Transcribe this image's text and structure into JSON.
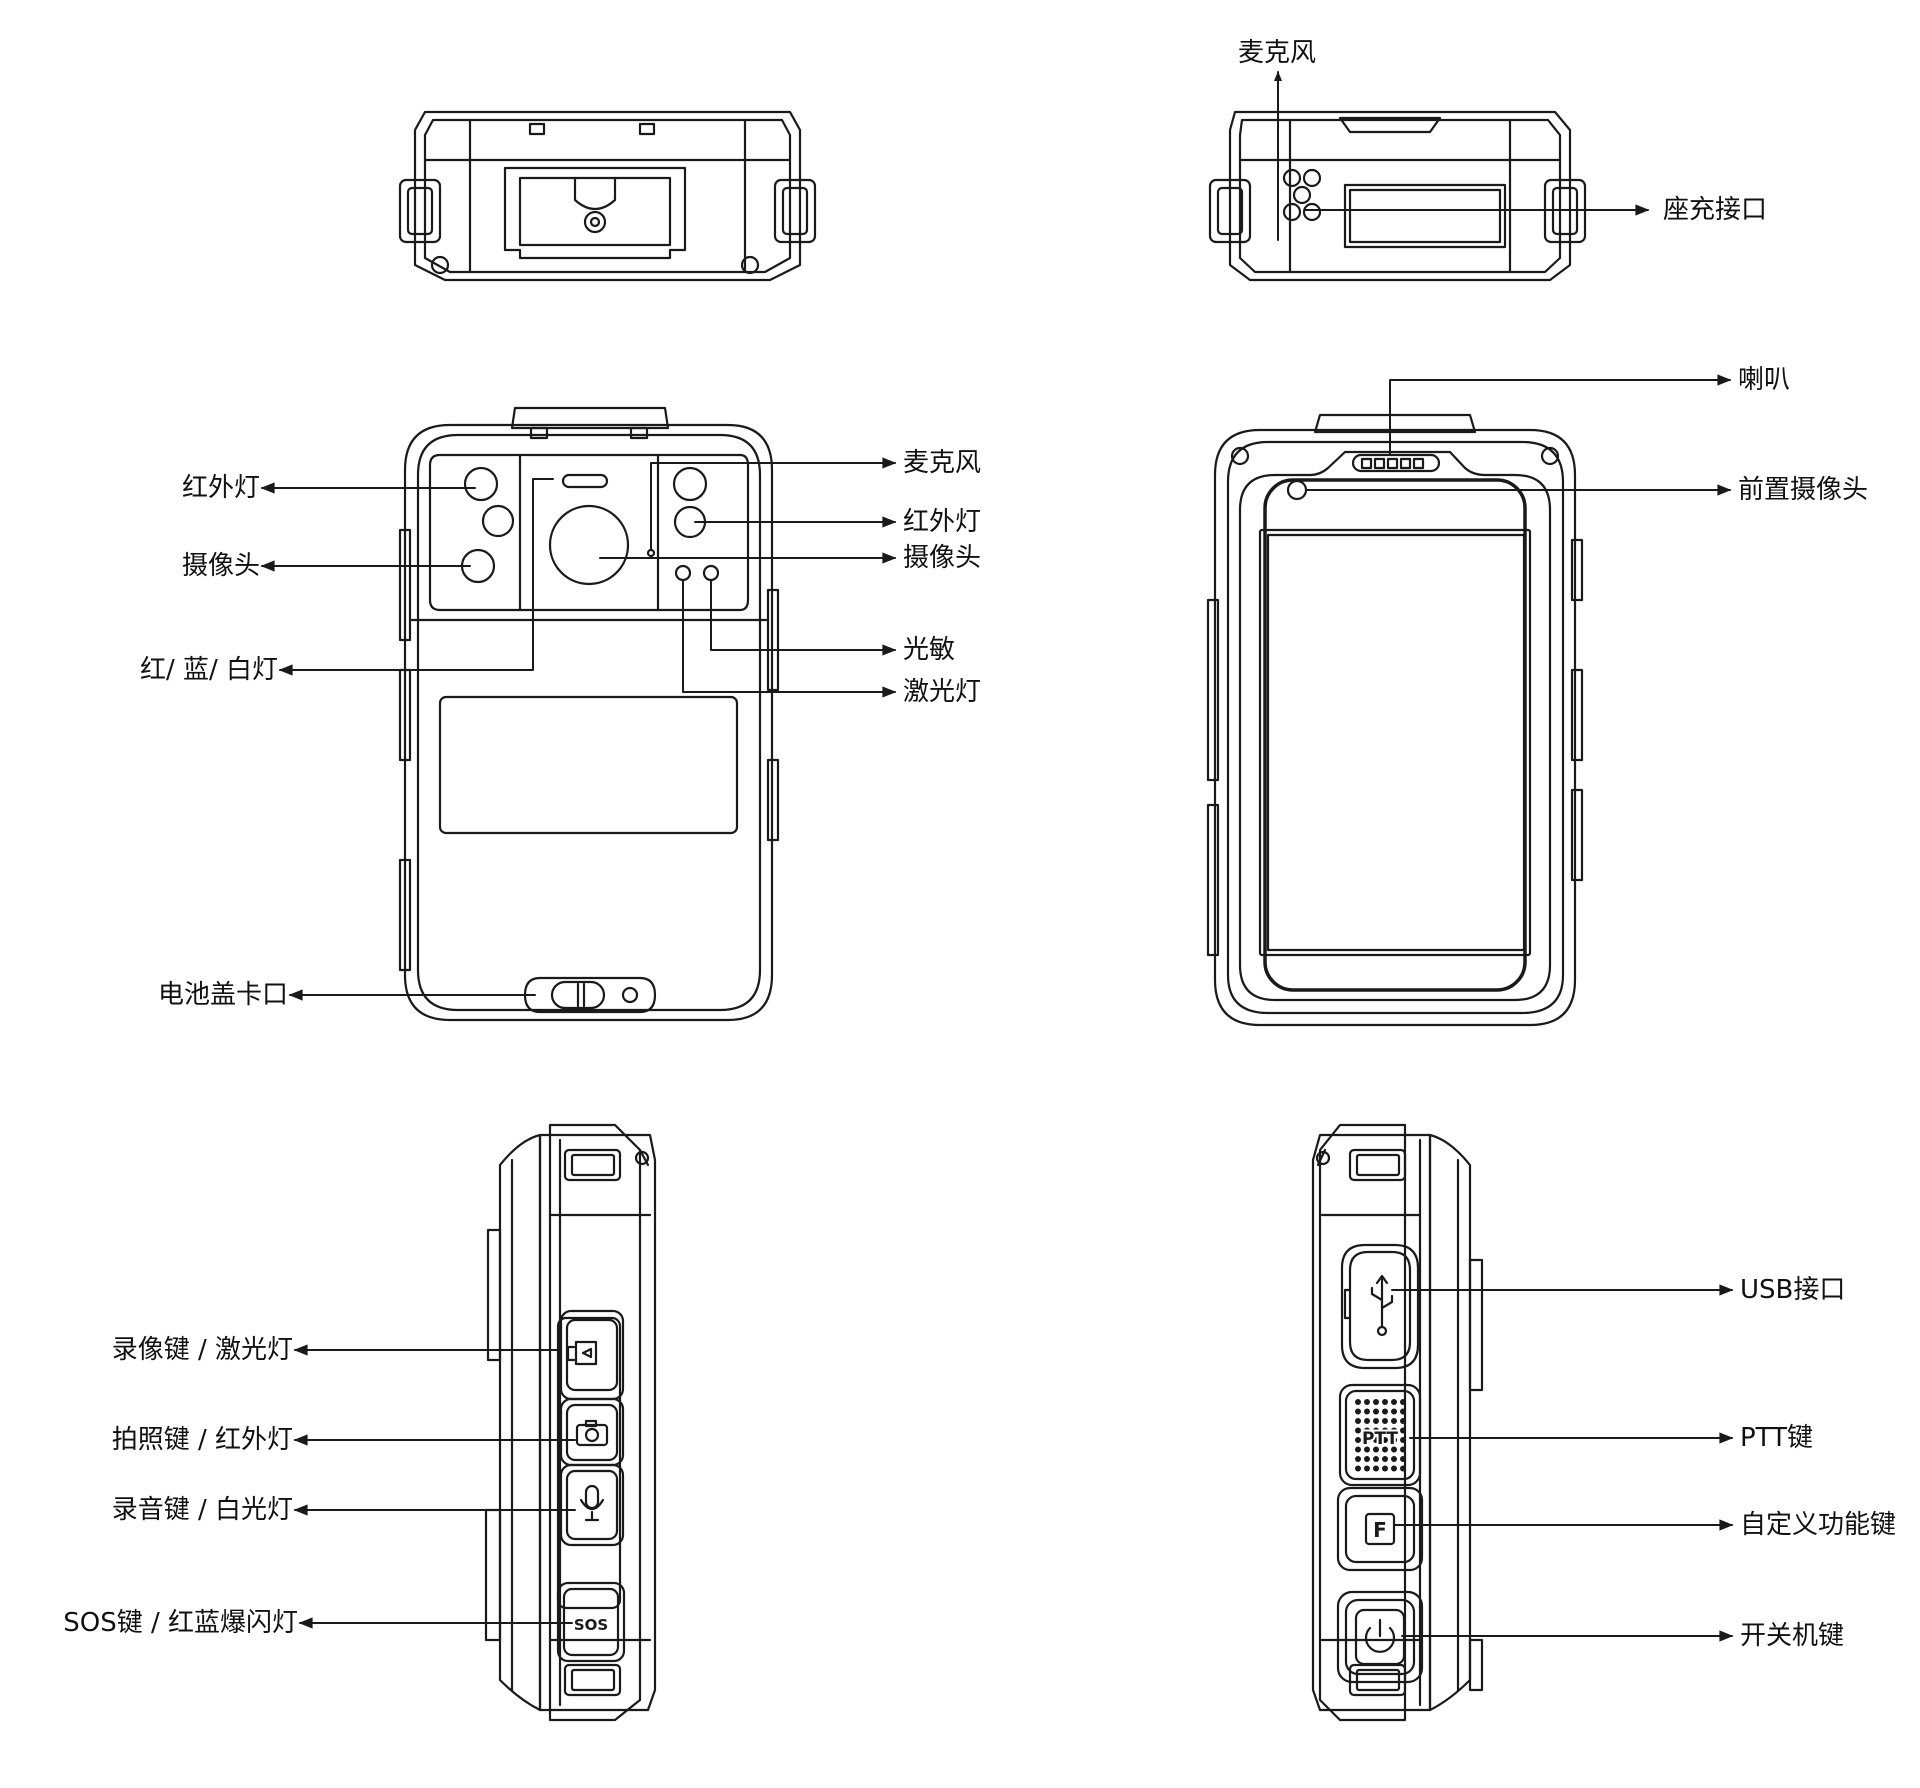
{
  "labels": {
    "top_right_mic": "麦克风",
    "top_right_dock": "座充接口",
    "back_ir_left": "红外灯",
    "back_camera_left": "摄像头",
    "back_rgb_light": "红/ 蓝/ 白灯",
    "back_battery_latch": "电池盖卡口",
    "back_mic": "麦克风",
    "back_ir_right": "红外灯",
    "back_camera_right": "摄像头",
    "back_light_sensor": "光敏",
    "back_laser": "激光灯",
    "front_speaker": "喇叭",
    "front_camera": "前置摄像头",
    "side_record_video": "录像键 / 激光灯",
    "side_photo": "拍照键 / 红外灯",
    "side_record_audio": "录音键 / 白光灯",
    "side_sos": "SOS键 / 红蓝爆闪灯",
    "side_usb": "USB接口",
    "side_ptt": "PTT键",
    "side_custom": "自定义功能键",
    "side_power": "开关机键"
  },
  "buttons": {
    "sos_text": "SOS",
    "ptt_text": "PTT",
    "f_text": "F"
  },
  "colors": {
    "line": "#1a1a1a",
    "background": "#ffffff"
  }
}
